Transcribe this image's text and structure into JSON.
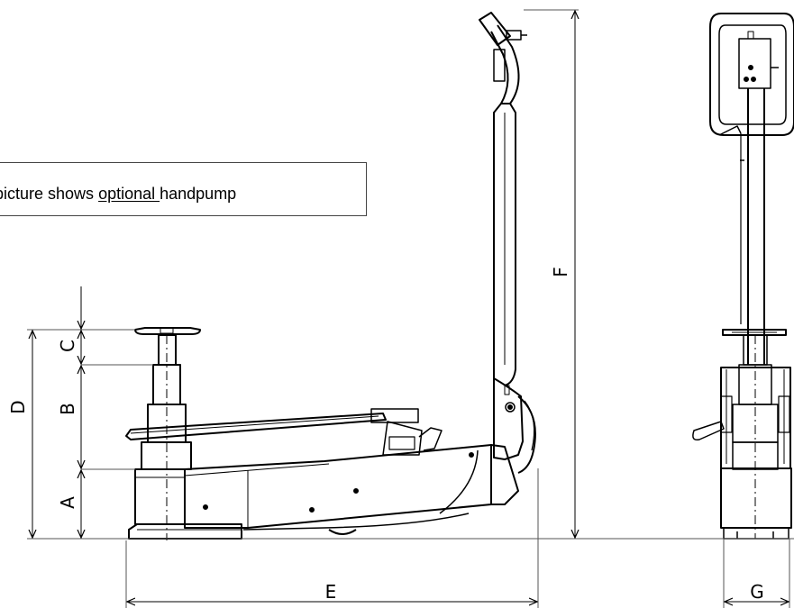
{
  "note": {
    "prefix": "picture shows ",
    "emphasis": "optional ",
    "suffix": "handpump"
  },
  "dimensions": {
    "A": "A",
    "B": "B",
    "C": "C",
    "D": "D",
    "E": "E",
    "F": "F",
    "G": "G"
  },
  "colors": {
    "line": "#000000",
    "dimension_line": "#555555"
  }
}
